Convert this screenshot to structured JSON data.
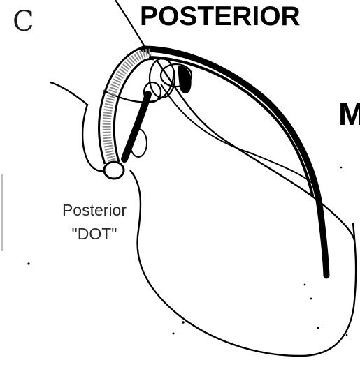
{
  "panel_letter": "C",
  "view_title": "POSTERIOR",
  "edge_letter": "M",
  "dot_label": {
    "line1": "Posterior",
    "line2": "\"DOT\""
  },
  "colors": {
    "ink": "#000000",
    "stipple": "#8a8a8a",
    "background": "#ffffff"
  }
}
